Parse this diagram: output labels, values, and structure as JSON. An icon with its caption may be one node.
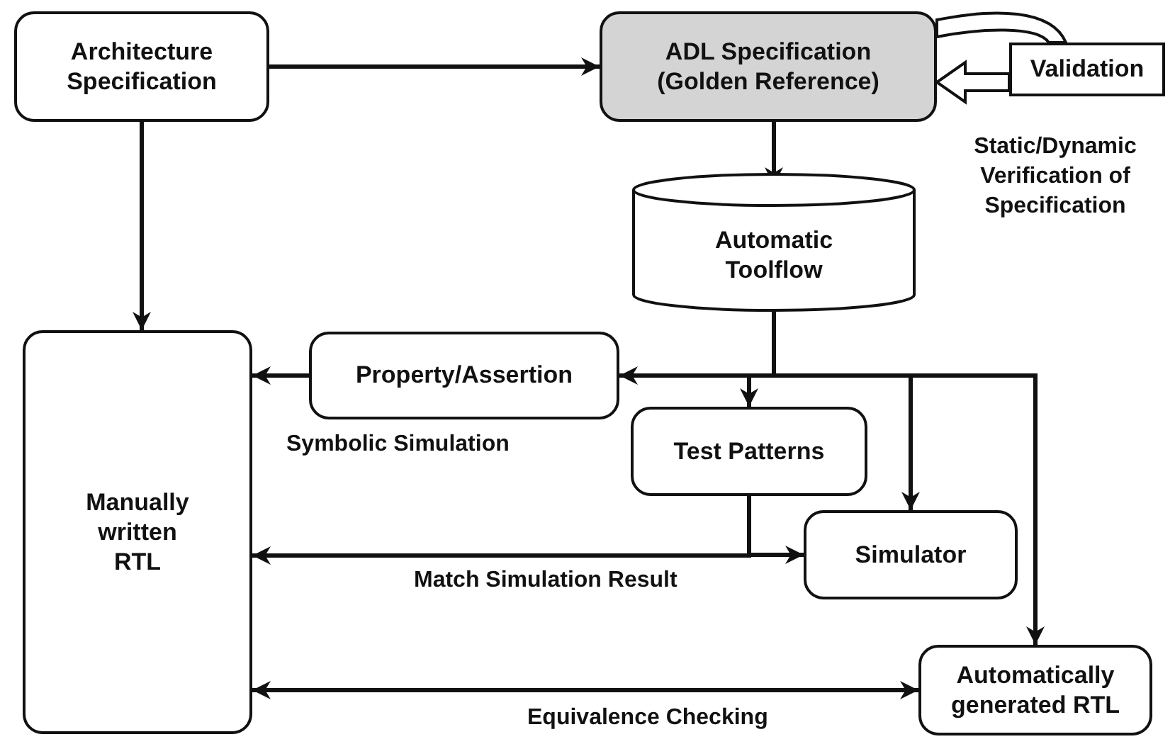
{
  "diagram": {
    "nodes": [
      {
        "text": [
          "Architecture Specification"
        ]
      },
      {
        "text": [
          "ADL Specification (Golden Reference)"
        ]
      },
      {
        "text": [
          "Validation"
        ],
        "beside": [
          "Static/Dynamic Verification of Specification"
        ]
      },
      {
        "text": [
          "Automatic Toolflow"
        ]
      },
      {
        "text": [
          "Manually written RTL"
        ]
      },
      {
        "text": [
          "Property/Assertion"
        ]
      },
      {
        "text": [
          "Test Patterns"
        ]
      },
      {
        "text": [
          "Simulator"
        ]
      },
      {
        "text": [
          "Automatically generated RTL"
        ]
      }
    ],
    "edges": [
      {
        "from": 0,
        "to": 1,
        "arrow": "to"
      },
      {
        "from": 0,
        "to": 4,
        "arrow": "to"
      },
      {
        "from": 1,
        "to": 3,
        "arrow": "to"
      },
      {
        "from": 2,
        "to": 1,
        "arrow": "to",
        "style": "thick"
      },
      {
        "from": 3,
        "to": 5,
        "arrow": "to"
      },
      {
        "from": 3,
        "to": 6,
        "arrow": "to"
      },
      {
        "from": 3,
        "to": 7,
        "arrow": "to"
      },
      {
        "from": 3,
        "to": 8,
        "arrow": "to"
      },
      {
        "from": 5,
        "to": 4,
        "arrow": "to",
        "label": "Symbolic Simulation"
      },
      {
        "from": 6,
        "to": 4,
        "arrow": "to",
        "label": "Match Simulation Result"
      },
      {
        "from": 6,
        "to": 7,
        "arrow": "to"
      },
      {
        "from": 4,
        "to": 8,
        "arrow": "both",
        "label": "Equivalence Checking"
      },
      {
        "from": 1,
        "to": 2,
        "arrow": "none",
        "style": "thick"
      }
    ]
  }
}
